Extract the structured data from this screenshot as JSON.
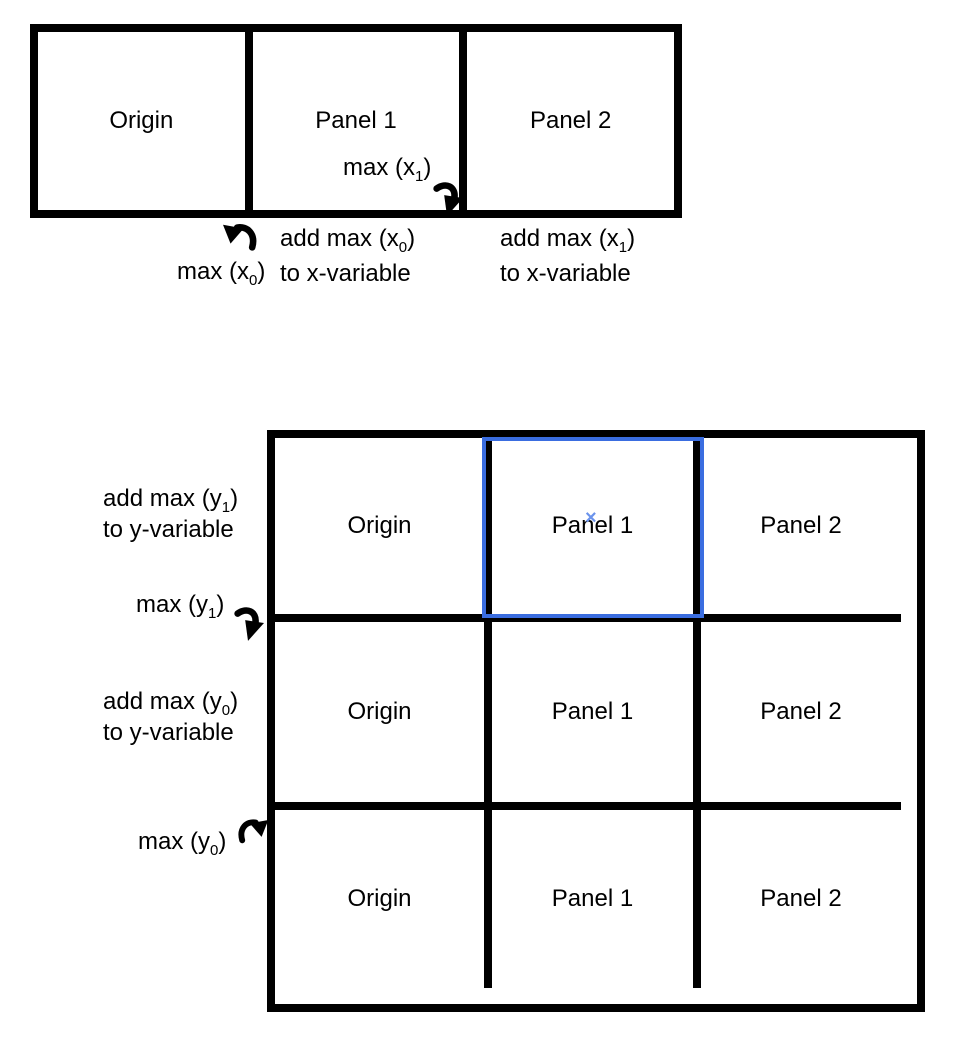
{
  "colors": {
    "line": "#000000",
    "selection_blue": "#3a6de0",
    "marker_blue": "#6b93ec"
  },
  "top_diagram": {
    "panels": [
      {
        "label": "Origin"
      },
      {
        "label": "Panel 1"
      },
      {
        "label": "Panel 2"
      }
    ],
    "max_x1": {
      "pre": "max (x",
      "sub": "1",
      "post": ")"
    },
    "max_x0": {
      "pre": "max (x",
      "sub": "0",
      "post": ")"
    },
    "caption_panel1": {
      "line1": {
        "pre": "add max (x",
        "sub": "0",
        "post": ")"
      },
      "line2": "to x-variable"
    },
    "caption_panel2": {
      "line1": {
        "pre": "add max (x",
        "sub": "1",
        "post": ")"
      },
      "line2": "to x-variable"
    }
  },
  "bottom_diagram": {
    "rows": [
      {
        "panels": [
          {
            "label": "Origin"
          },
          {
            "label": "Panel 1"
          },
          {
            "label": "Panel 2"
          }
        ]
      },
      {
        "panels": [
          {
            "label": "Origin"
          },
          {
            "label": "Panel 1"
          },
          {
            "label": "Panel 2"
          }
        ]
      },
      {
        "panels": [
          {
            "label": "Origin"
          },
          {
            "label": "Panel 1"
          },
          {
            "label": "Panel 2"
          }
        ]
      }
    ],
    "selection": {
      "row": 0,
      "col": 1,
      "center_marker": "×"
    },
    "caption_y1": {
      "line1": {
        "pre": "add max (y",
        "sub": "1",
        "post": ")"
      },
      "line2": "to y-variable"
    },
    "max_y1": {
      "pre": "max (y",
      "sub": "1",
      "post": ")"
    },
    "caption_y0": {
      "line1": {
        "pre": "add max (y",
        "sub": "0",
        "post": ")"
      },
      "line2": "to y-variable"
    },
    "max_y0": {
      "pre": "max (y",
      "sub": "0",
      "post": ")"
    }
  }
}
